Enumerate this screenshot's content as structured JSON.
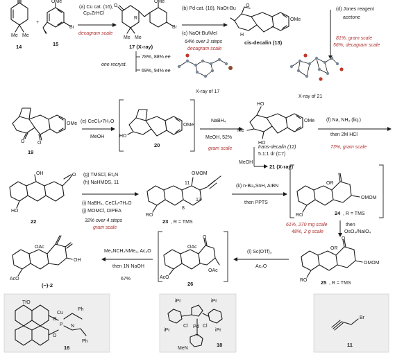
{
  "compounds": {
    "c14": "14",
    "c15": "15",
    "c17": "17 (X-ray)",
    "c13": "cis-decalin (13)",
    "c19": "19",
    "c20": "20",
    "c21": "21 (X-ray)",
    "c22": "22",
    "c23": "23",
    "c23r": ", R = TMS",
    "c24": "24",
    "c24r": ", R = TMS",
    "c25": "25",
    "c25r": ", R = TMS",
    "c26": "26",
    "c2": "(−)-2",
    "c16": "16",
    "c18": "18",
    "c11": "11",
    "xray17": "X-ray of 17",
    "xray21": "X-ray of 21"
  },
  "steps": {
    "s1a": "(a) Cu cat. (16),",
    "s1b": "Cp₂ZrHCl",
    "s1c": "decagram scale",
    "s1d": "78%, 88% ee",
    "s1e": "one recryst.",
    "s1f": "69%, 94% ee",
    "s2a": "(b) Pd cat. (18), NaOt-Bu",
    "s2b": "(c) NaOt-Bu/MeI",
    "s2c": "64% over 2 steps",
    "s2d": "decagram scale",
    "s3a": "(d) Jones reagent",
    "s3b": "acetone",
    "s3c": "81%, gram scale",
    "s3d": "56%, decagram scale",
    "s4a": "(e) CeCl₃•7H₂O",
    "s4b": "MeOH",
    "s5a": "NaBH₄",
    "s5b": "MeOH, 52%",
    "s5c": "gram scale",
    "s5d": "trans-decalin (12)",
    "s5e": "5.1:1 dr (C7)",
    "s5f": "MeOH",
    "s6a": "(f) Na, NH₃ (liq.)",
    "s6b": "then 2M HCl",
    "s6c": "73%, gram scale",
    "s7a": "(g) TMSCl, Et₃N",
    "s7b": "(h) NaHMDS, 11",
    "s7c": "(i) NaBH₄, CeCl₃•7H₂O",
    "s7d": "(j) MOMCl, DIPEA",
    "s7e": "32% over 4 steps",
    "s7f": "gram scale",
    "s8a": "(k) n-Bu₃SnH, AIBN",
    "s8b": "then PPTS",
    "s9a": "61%, 270 mg scale",
    "s9b": "48%, 2 g scale",
    "s9c": "then",
    "s9d": "OsO₄/NaIO₄",
    "s10a": "(l) Sc(OTf)₃",
    "s10b": "Ac₂O",
    "s11a": "Me₂NCH₂NMe₂, Ac₂O",
    "s11b": "then 1N NaOH",
    "s11c": "67%"
  },
  "atoms": {
    "ome": "OMe",
    "br": "Br",
    "o": "O",
    "me": "Me",
    "h": "H",
    "ho": "HO",
    "oh": "OH",
    "mom": "OMOM",
    "ro": "RO",
    "or": "OR",
    "aco": "AcO",
    "oac": "OAc",
    "tfo": "TfO",
    "cu": "Cu",
    "p": "P",
    "n": "N",
    "ph": "Ph",
    "pd": "Pd",
    "cl": "Cl",
    "ipr": "iPr",
    "men": "MeN",
    "c11lab": "11",
    "c13lab": "13",
    "c8lab": "8",
    "r": "R"
  }
}
